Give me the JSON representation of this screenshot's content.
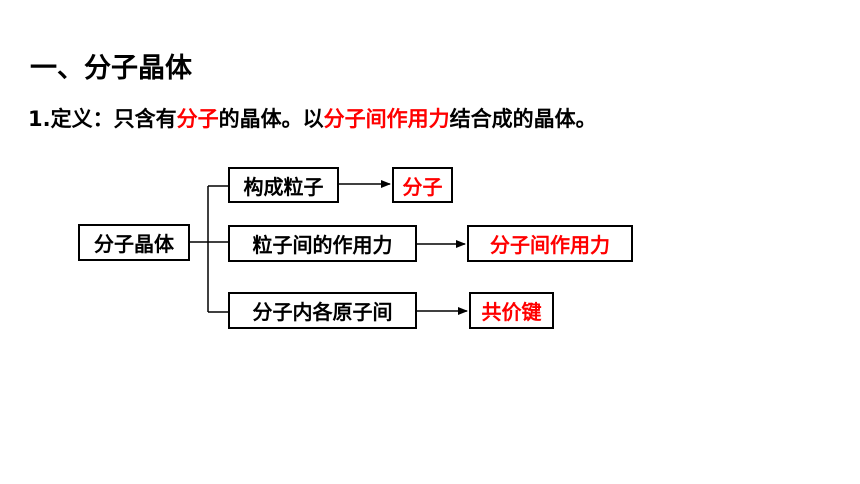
{
  "title": "一、分子晶体",
  "definition": {
    "prefix": "1.定义：只含有",
    "highlight1": "分子",
    "middle": "的晶体。以",
    "highlight2": "分子间作用力",
    "suffix": "结合成的晶体。"
  },
  "diagram": {
    "root": "分子晶体",
    "branches": [
      {
        "label": "构成粒子",
        "result": "分子"
      },
      {
        "label": "粒子间的作用力",
        "result": "分子间作用力"
      },
      {
        "label": "分子内各原子间",
        "result": "共价键"
      }
    ]
  },
  "colors": {
    "highlight": "#ff0000",
    "text": "#000000"
  }
}
